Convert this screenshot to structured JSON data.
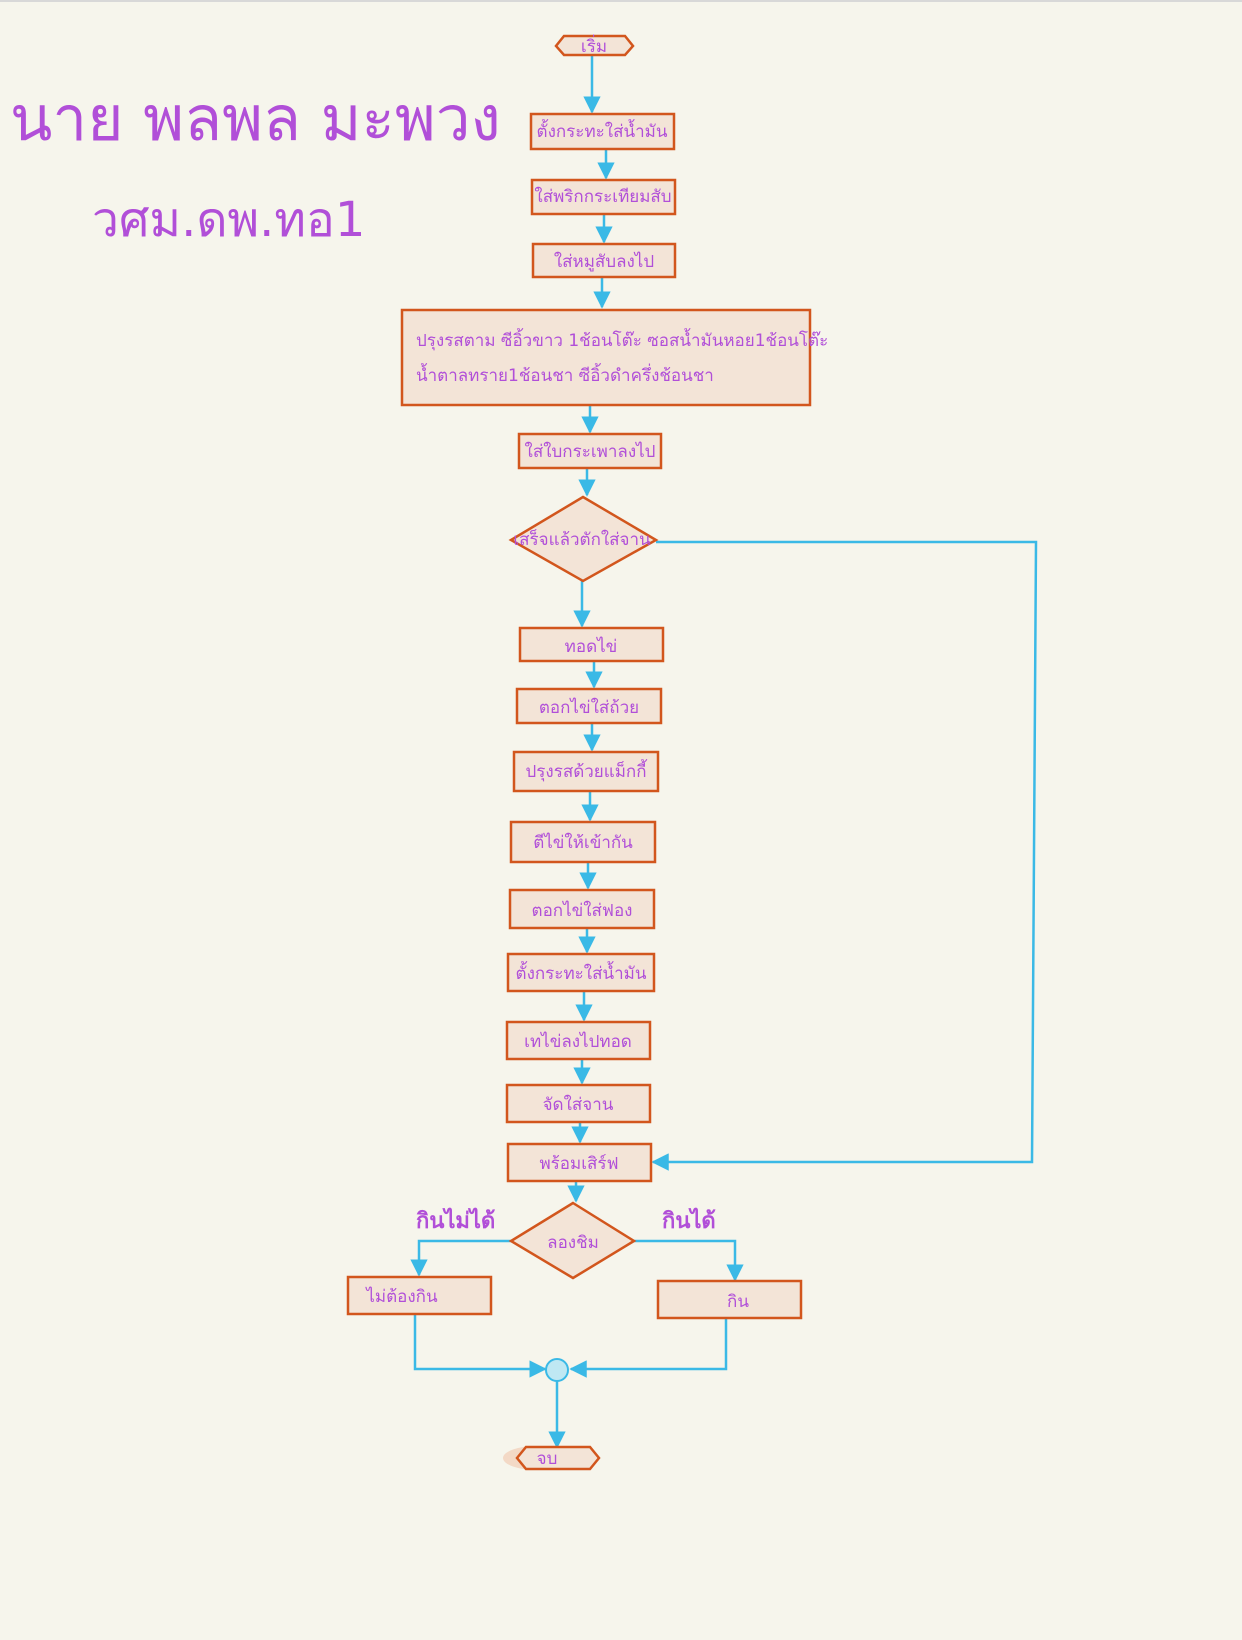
{
  "header": {
    "name": "นาย พลพล มะพวง",
    "class": "วศม.ดพ.ทอ1"
  },
  "flowchart": {
    "start": "เริ่ม",
    "steps": [
      "ตั้งกระทะใส่น้ำมัน",
      "ใส่พริกกระเทียมสับ",
      "ใส่หมูสับลงไป",
      "ปรุงรสตาม ซีอิ้วขาว 1ช้อนโต๊ะ ซอสน้ำมันหอย1ช้อนโต๊ะ",
      "ใส่ใบกระเพาลงไป"
    ],
    "step4_line2": "น้ำตาลทราย1ช้อนชา ซีอิ้วดำครึ่งช้อนชา",
    "decision1": "เสร็จแล้วตักใส่จาน",
    "egg_steps": [
      "ทอดไข่",
      "ตอกไข่ใส่ถ้วย",
      "ปรุงรสด้วยแม็กกี้",
      "ตีไข่ให้เข้ากัน",
      "ตอกไข่ใส่ฟอง",
      "ตั้งกระทะใส่น้ำมัน",
      "เทไข่ลงไปทอด",
      "จัดใส่จาน"
    ],
    "ready": "พร้อมเสิร์ฟ",
    "decision2": "ลองชิม",
    "branch_left_label": "กินไม่ได้",
    "branch_right_label": "กินได้",
    "left_result": "ไม่ต้องกิน",
    "right_result": "กิน",
    "end": "จบ"
  },
  "colors": {
    "background": "#f6f5ec",
    "box_fill": "#f3e4d7",
    "box_stroke": "#d2561d",
    "connector": "#3ab9e6",
    "handwriting": "#b14fd8"
  }
}
